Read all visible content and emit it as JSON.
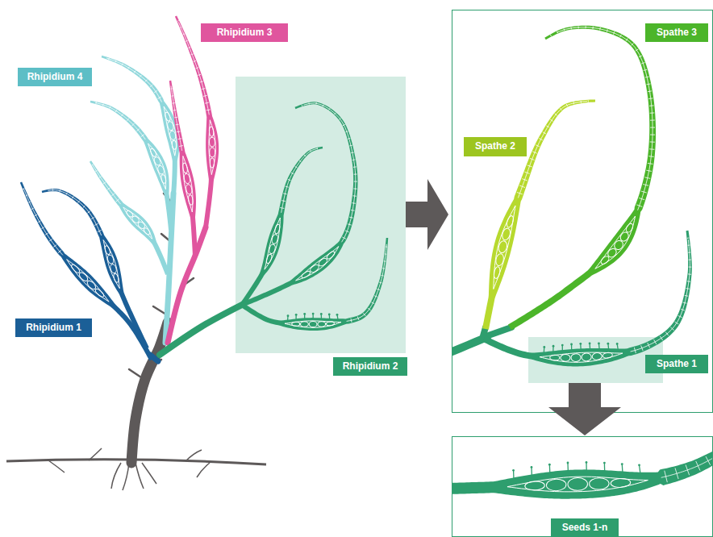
{
  "diagram": {
    "nodes": [
      {
        "text": [
          "Rhipidium 3"
        ]
      },
      {
        "text": [
          "Rhipidium 4"
        ]
      },
      {
        "text": [
          "Rhipidium 1"
        ]
      },
      {
        "text": [
          "Rhipidium 2"
        ]
      },
      {
        "text": [
          "Spathe 3"
        ]
      },
      {
        "text": [
          "Spathe 2"
        ]
      },
      {
        "text": [
          "Spathe 1"
        ]
      },
      {
        "text": [
          "Seeds 1-n"
        ]
      }
    ]
  }
}
